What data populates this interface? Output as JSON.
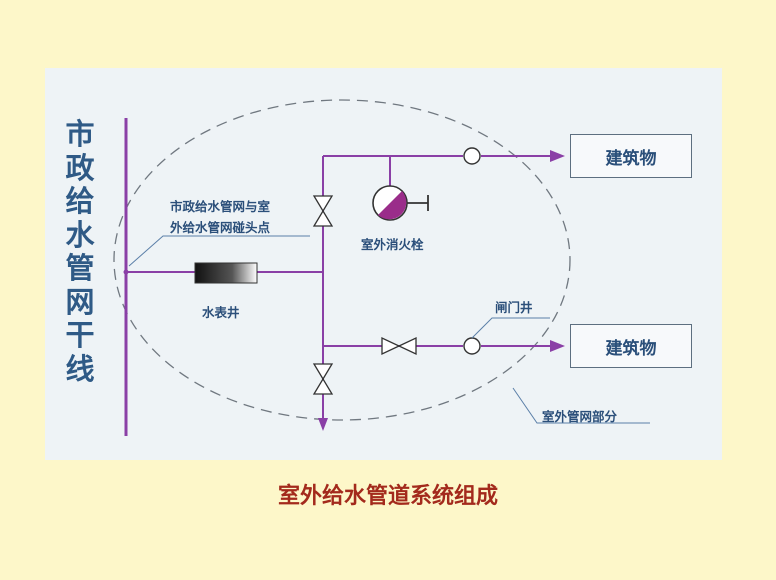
{
  "main_line_label": "市政给水管网干线",
  "connection_point_label_line1": "市政给水管网与室",
  "connection_point_label_line2": "外给水管网碰头点",
  "meter_well_label": "水表井",
  "fire_hydrant_label": "室外消火栓",
  "valve_well_label": "闸门井",
  "outdoor_network_label": "室外管网部分",
  "building_top_label": "建筑物",
  "building_bottom_label": "建筑物",
  "caption": "室外给水管道系统组成",
  "colors": {
    "pipe": "#8a3fa6",
    "text": "#2b4f7a",
    "caption": "#a32a1c",
    "panel": "#eef3f6",
    "page": "#fdf7c9"
  }
}
